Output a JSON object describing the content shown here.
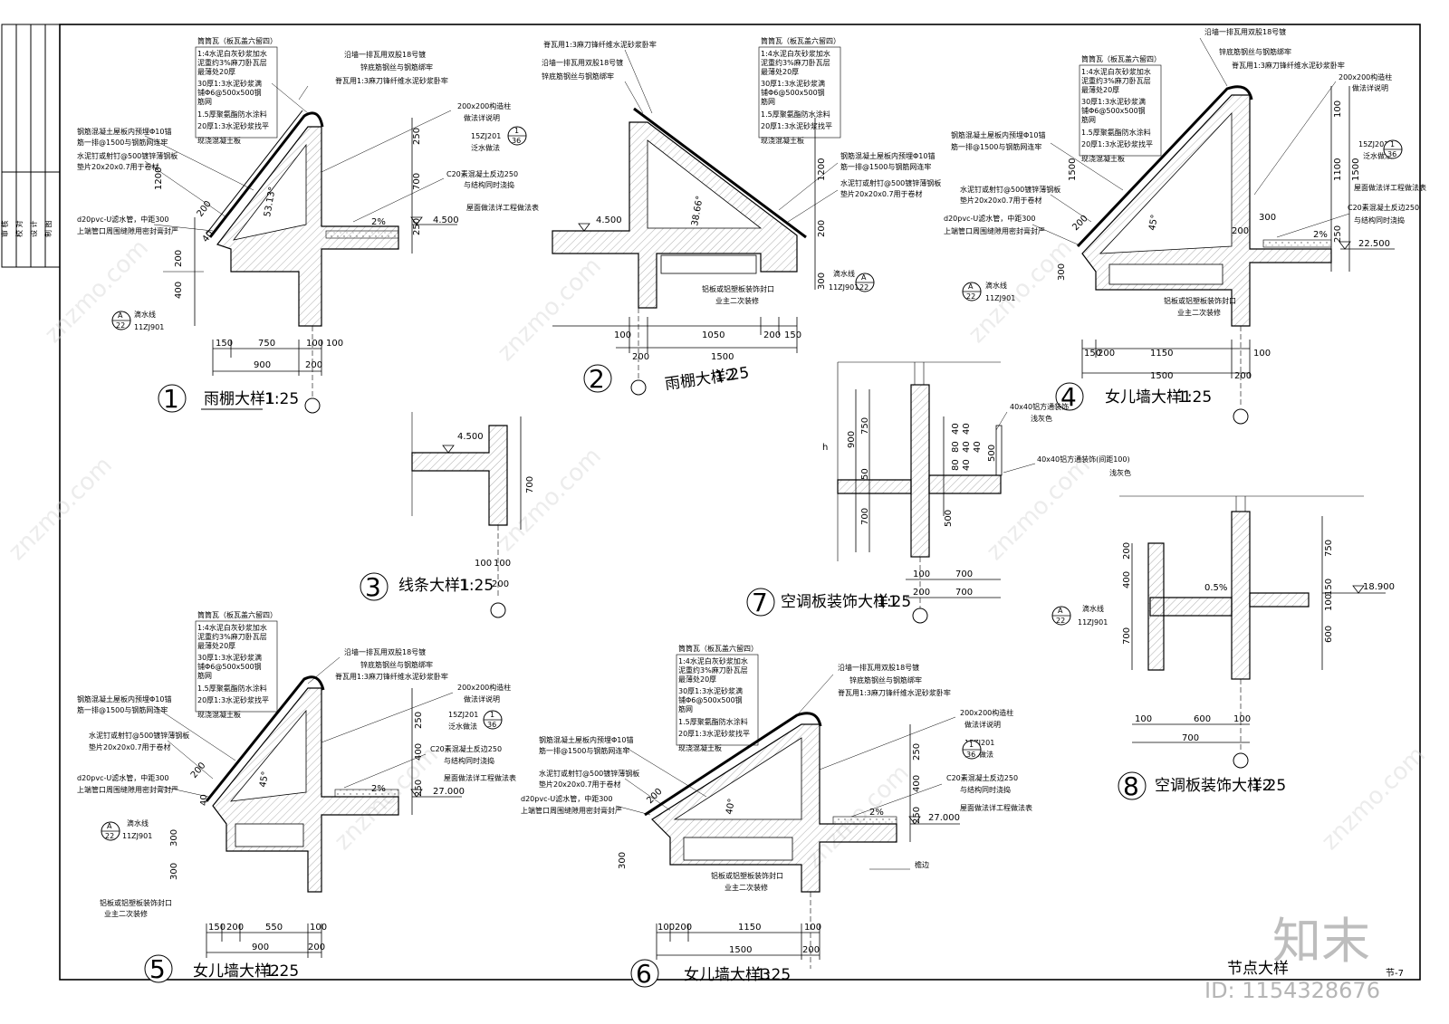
{
  "sheet": {
    "title": "节点大样",
    "sheet_no": "节-7",
    "brand": "知末",
    "id_text": "ID: 1154328676",
    "watermark": "znzmo.com"
  },
  "title_block": [
    "审 核",
    "校 对",
    "设 计",
    "制 图"
  ],
  "details": {
    "d1": {
      "num": "1",
      "title": "雨棚大样1",
      "scale": "1:25"
    },
    "d2": {
      "num": "2",
      "title": "雨棚大样2",
      "scale": "1:25"
    },
    "d3": {
      "num": "3",
      "title": "线条大样1",
      "scale": "1:25"
    },
    "d4": {
      "num": "4",
      "title": "女儿墙大样1",
      "scale": "1:25"
    },
    "d5": {
      "num": "5",
      "title": "女儿墙大样2",
      "scale": "1:25"
    },
    "d6": {
      "num": "6",
      "title": "女儿墙大样3",
      "scale": "1:25"
    },
    "d7": {
      "num": "7",
      "title": "空调板装饰大样1",
      "scale": "1:25"
    },
    "d8": {
      "num": "8",
      "title": "空调板装饰大样2",
      "scale": "1:25"
    }
  },
  "roof_layers": [
    "筒筒瓦（板瓦盖六留四）",
    "1:4水泥白灰砂浆加水",
    "泥重约3%麻刀卧瓦层",
    "最薄处20厚",
    "30厚1:3水泥砂浆满",
    "铺Φ6@500x500钢",
    "筋网",
    "1.5厚聚氨酯防水涂料",
    "20厚1:3水泥砂浆找平",
    "现浇混凝土板"
  ],
  "notes": {
    "tile_nail": "沿墙一排瓦用双股18号镀",
    "copper_wire": "锌底筋钢丝与钢筋绑牢",
    "ridge_tile": "脊瓦用1:3麻刀锋纤维水泥砂浆卧牢",
    "column": "200x200构造柱",
    "column_note": "做法详说明",
    "ref_std": "15ZJ201",
    "ref_flash": "泛水做法",
    "curb": "C20素混凝土反边250",
    "curb_note": "与结构同时浇捣",
    "roof_note": "屋面做法详工程做法表",
    "anchor": "钢筋混凝土屋板内预埋Φ10锚",
    "anchor_2": "筋一排@1500与钢筋网连牢",
    "nail": "水泥钉或射钉@500镀锌薄钢板",
    "nail_2": "垫片20x20x0.7用于卷材",
    "pipe": "d20pvc-U滤水管，中距300",
    "pipe_2": "上端管口周围缝隙用密封膏封严",
    "drip": "滴水线",
    "drip_std": "11ZJ901",
    "soffit": "铝板或铝塑板装饰封口",
    "soffit_2": "业主二次装修",
    "edge": "檐边",
    "grille": "40x40铝方通装饰",
    "grille_2": "40x40铝方通装饰(间距100)",
    "paint": "浅灰色"
  },
  "levels": {
    "l1": "4.500",
    "l2": "4.500",
    "l3": "4.500",
    "l4": "22.500",
    "l5": "27.000",
    "l6": "27.000",
    "l8": "18.900"
  },
  "index_marks": {
    "top": "A",
    "bottom": "22",
    "top2": "1",
    "bottom2": "36"
  },
  "dims": {
    "d1": [
      "150",
      "750",
      "100",
      "900",
      "200",
      "100",
      "1200",
      "200",
      "400",
      "250",
      "700",
      "250",
      "200",
      "40",
      "53.13°"
    ],
    "d2": [
      "100",
      "1050",
      "200",
      "150",
      "200",
      "1500",
      "1200",
      "200",
      "300",
      "38.66°"
    ],
    "d3": [
      "100",
      "100",
      "200",
      "700"
    ],
    "d4": [
      "150",
      "200",
      "1150",
      "100",
      "1500",
      "200",
      "1500",
      "100",
      "1100",
      "250",
      "300",
      "200",
      "45°",
      "300",
      "200"
    ],
    "d5": [
      "150",
      "200",
      "550",
      "100",
      "900",
      "200",
      "250",
      "400",
      "250",
      "300",
      "300",
      "200",
      "40",
      "45°"
    ],
    "d6": [
      "100",
      "200",
      "1150",
      "100",
      "1500",
      "200",
      "250",
      "400",
      "250",
      "300",
      "200",
      "40°"
    ],
    "d7": [
      "100",
      "700",
      "200",
      "700",
      "900",
      "50",
      "700",
      "750",
      "40",
      "80",
      "80",
      "40",
      "40",
      "40",
      "40",
      "500",
      "h"
    ],
    "d8": [
      "100",
      "600",
      "100",
      "700",
      "200",
      "400",
      "700",
      "750",
      "150",
      "100",
      "600"
    ],
    "slope": "2%",
    "slope8": "0.5%"
  }
}
